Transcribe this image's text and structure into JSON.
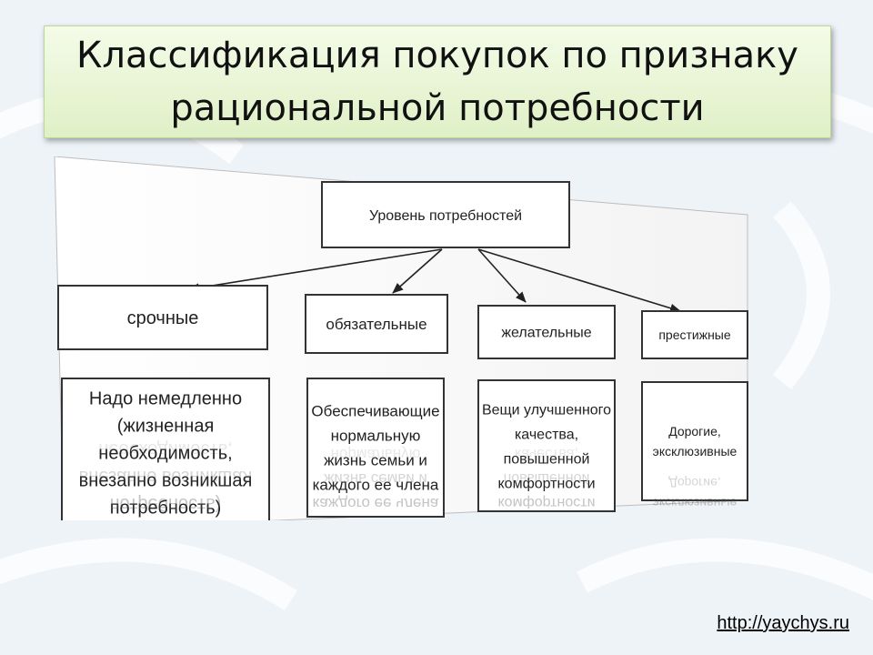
{
  "title": "Классификация покупок по признаку\nрациональной потребности",
  "root": "Уровень потребностей",
  "categories": [
    "срочные",
    "обязательные",
    "желательные",
    "престижные"
  ],
  "descriptions": [
    [
      "Надо немедленно",
      "(жизненная",
      "необходимость,",
      "внезапно возникшая",
      "потребность)"
    ],
    [
      "Обеспечивающие",
      "нормальную",
      "жизнь семьи и",
      "каждого ее члена"
    ],
    [
      "Вещи улучшенного",
      "качества,",
      "повышенной",
      "комфортности"
    ],
    [
      "Дорогие,",
      "эксклюзивные"
    ]
  ],
  "link": "http://yaychys.ru",
  "colors": {
    "title_bg": "#dff0c6",
    "box_border": "#333333",
    "link": "#000000"
  }
}
